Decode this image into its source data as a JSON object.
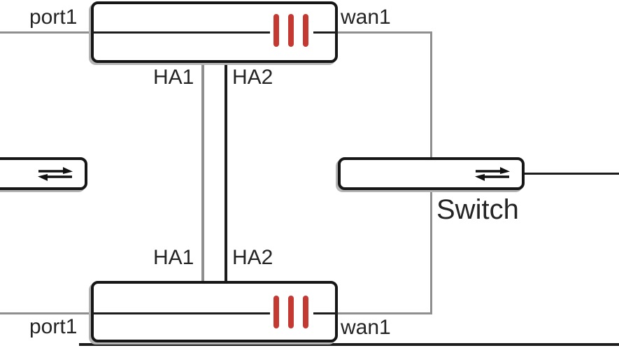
{
  "diagram": {
    "device_a": {
      "port1": "port1",
      "wan1": "wan1",
      "ha1": "HA1",
      "ha2": "HA2"
    },
    "device_b": {
      "port1": "port1",
      "wan1": "wan1",
      "ha1": "HA1",
      "ha2": "HA2"
    },
    "switch": {
      "label": "Switch"
    },
    "icons": {
      "fortigate_icon": "triple-red-bars",
      "switch_icon": "bidirectional-transfer-arrows"
    },
    "colors": {
      "line_gray": "#8f8f8f",
      "line_black": "#1c1c1c",
      "accent_red": "#c43a33",
      "border_black": "#161616",
      "shadow_gray": "#b5b5b5",
      "text_color": "#242424"
    }
  }
}
